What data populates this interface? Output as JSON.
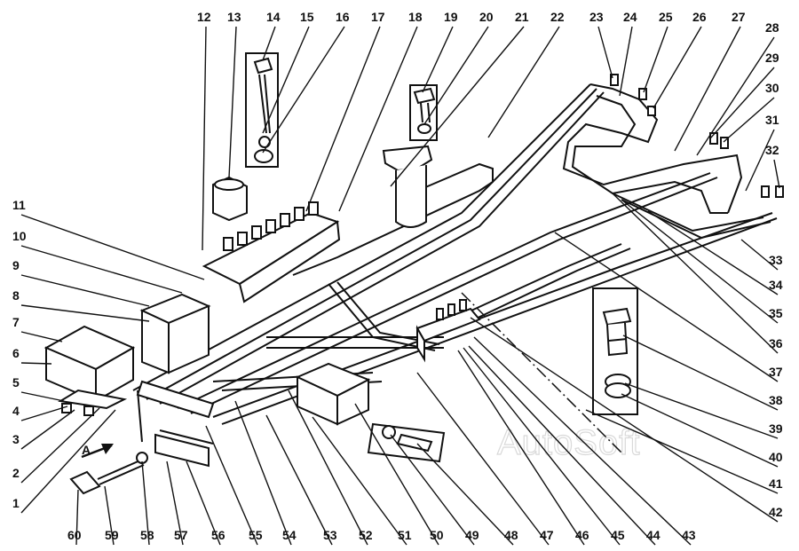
{
  "diagram": {
    "callouts": [
      "1",
      "2",
      "3",
      "4",
      "5",
      "6",
      "7",
      "8",
      "9",
      "10",
      "11",
      "12",
      "13",
      "14",
      "15",
      "16",
      "17",
      "18",
      "19",
      "20",
      "21",
      "22",
      "23",
      "24",
      "25",
      "26",
      "27",
      "28",
      "29",
      "30",
      "31",
      "32",
      "33",
      "34",
      "35",
      "36",
      "37",
      "38",
      "39",
      "40",
      "41",
      "42",
      "43",
      "44",
      "45",
      "46",
      "47",
      "48",
      "49",
      "50",
      "51",
      "52",
      "53",
      "54",
      "55",
      "56",
      "57",
      "58",
      "59",
      "60"
    ],
    "view_marker": "A",
    "watermark": "AutoSoft"
  },
  "colors": {
    "ink": "#111111",
    "paper": "#ffffff",
    "watermark": "#d9d9d9"
  }
}
